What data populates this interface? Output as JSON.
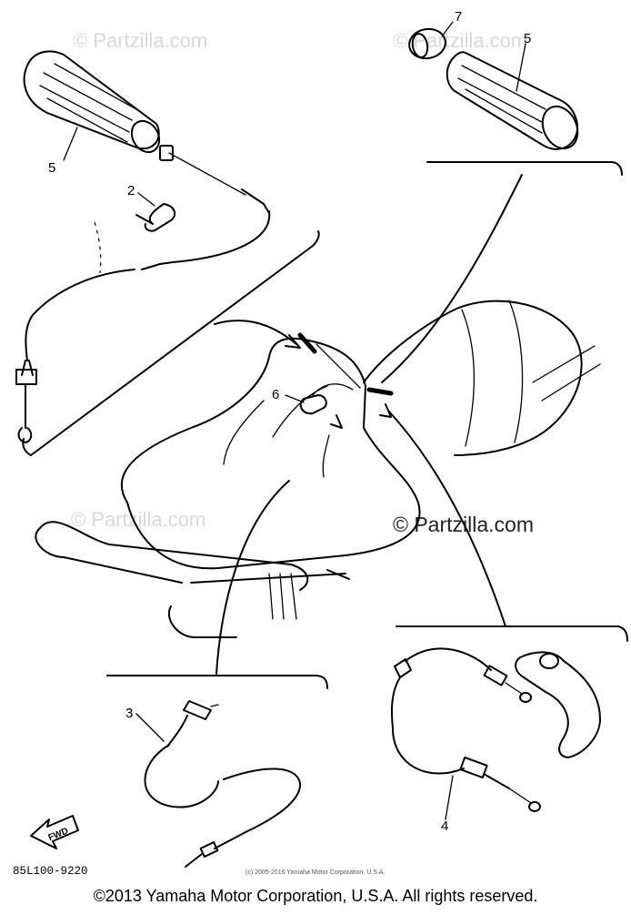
{
  "watermarks": {
    "top_right": "© Partzilla.com",
    "top_left": "© Partzilla.com",
    "mid_left": "© Partzilla.com",
    "mid_right": "© Partzilla.com"
  },
  "callouts": {
    "left_grip": "5",
    "right_grip": "5",
    "clip": "2",
    "ring": "7",
    "holder": "6",
    "speedometer_cable": "3",
    "throttle_cable": "4"
  },
  "drawing_code": "85L100-9220",
  "fwd_label": "FWD",
  "diagram_copyright": "(c) 2005-2016 Yamaha Motor Corporation, U.S.A.",
  "footer_copyright": "©2013 Yamaha Motor Corporation, U.S.A. All rights reserved."
}
